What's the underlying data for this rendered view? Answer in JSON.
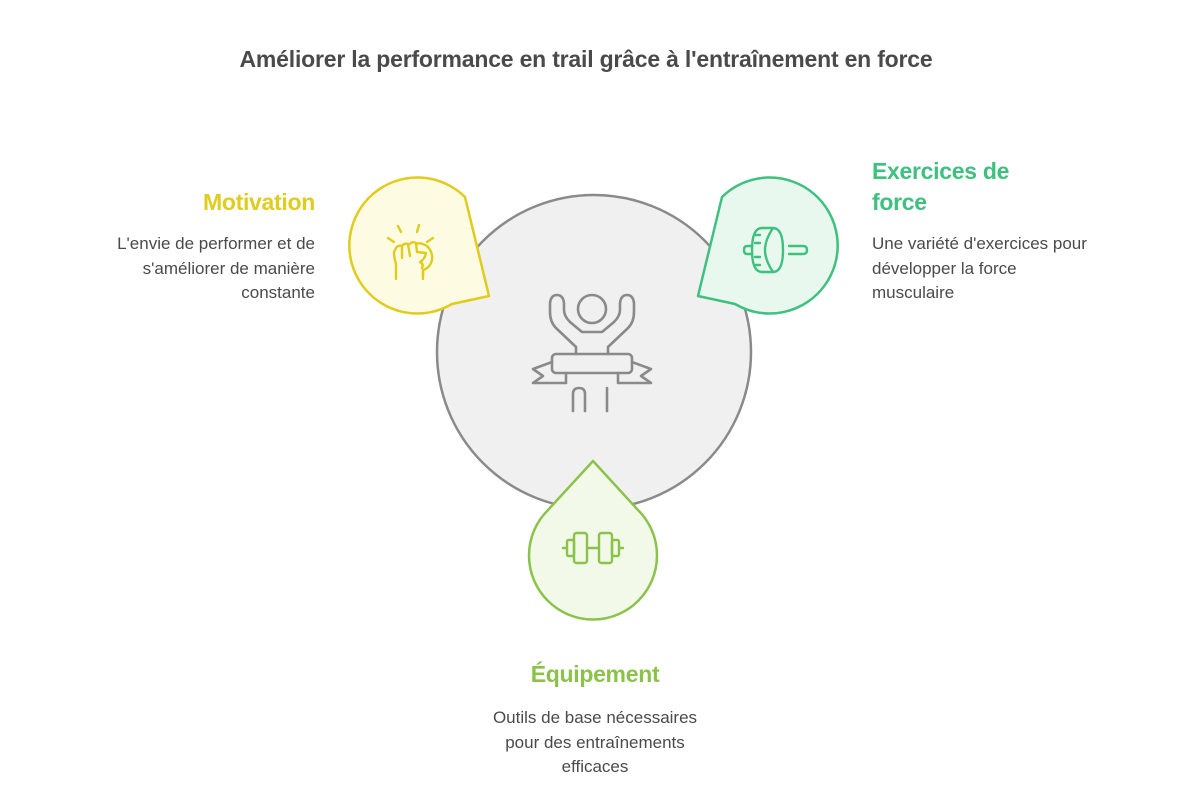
{
  "title": "Améliorer la performance en trail grâce à l'entraînement en force",
  "center": {
    "icon": "winner-finish-line-icon",
    "fill": "#f0f0f0",
    "stroke": "#8a8a8a"
  },
  "nodes": [
    {
      "id": "motivation",
      "title": "Motivation",
      "description": "L'envie de performer et de s'améliorer de manière constante",
      "icon": "fist-icon",
      "color": "#e0cc1c",
      "fill": "#fdfbe2"
    },
    {
      "id": "exercices",
      "title": "Exercices de force",
      "description": "Une variété d'exercices pour développer la force musculaire",
      "icon": "ab-wheel-icon",
      "color": "#3ec07f",
      "fill": "#e8f8ef"
    },
    {
      "id": "equipement",
      "title": "Équipement",
      "description": "Outils de base nécessaires pour des entraînements efficaces",
      "icon": "dumbbell-icon",
      "color": "#8bc34a",
      "fill": "#f2f9e8"
    }
  ]
}
